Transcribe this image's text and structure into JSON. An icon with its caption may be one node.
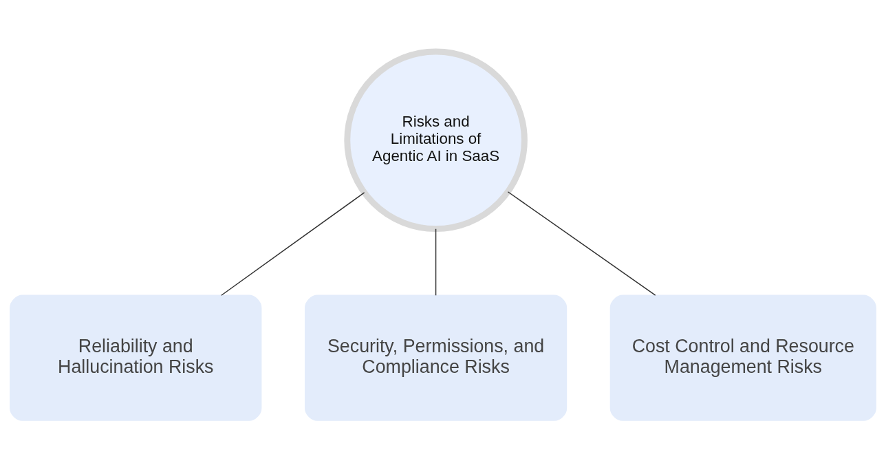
{
  "diagram": {
    "nodes": [
      {
        "text": [
          "Risks and Limitations of Agentic AI in SaaS"
        ]
      },
      {
        "text": [
          "Reliability and Hallucination Risks"
        ]
      },
      {
        "text": [
          "Security, Permissions, and Compliance Risks"
        ]
      },
      {
        "text": [
          "Cost Control and Resource Management Risks"
        ]
      }
    ],
    "edges": [
      {
        "from": 0,
        "to": 1,
        "arrow": "none"
      },
      {
        "from": 0,
        "to": 2,
        "arrow": "none"
      },
      {
        "from": 0,
        "to": 3,
        "arrow": "none"
      }
    ]
  }
}
